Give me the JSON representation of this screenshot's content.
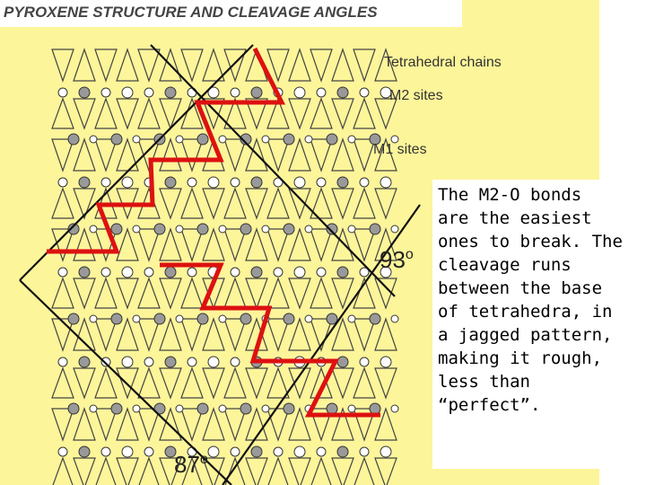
{
  "title": "PYROXENE STRUCTURE  AND CLEAVAGE ANGLES",
  "labels": {
    "tetrahedral_chains": "Tetrahedral chains",
    "m2_sites": "M2 sites",
    "m1_sites": "M1 sites"
  },
  "angles": {
    "right_value": "93",
    "right_unit": "o",
    "bottom_value": "87",
    "bottom_unit": "o"
  },
  "note": {
    "lines": [
      "The M2-O bonds",
      "are the easiest",
      "ones to break. The",
      "cleavage runs",
      "between the base",
      "of tetrahedra, in",
      "a jagged pattern,",
      "making it rough,",
      "less than",
      "“perfect”."
    ]
  },
  "colors": {
    "background": "#fdf59a",
    "cleavage_line": "#dd1111",
    "structure_line": "#444444"
  }
}
